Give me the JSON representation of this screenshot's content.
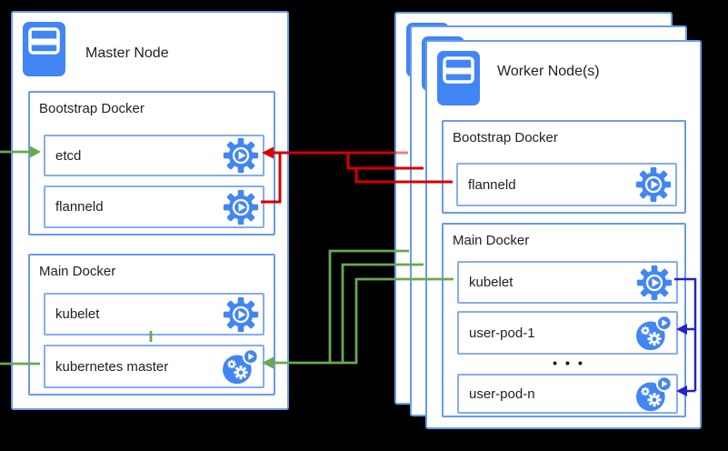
{
  "colors": {
    "background": "#000000",
    "node_border": "#6a9be8",
    "row_border": "#85adf2",
    "icon_blue": "#4285f4",
    "arrow_red": "#d40000",
    "arrow_green": "#6aa84f",
    "arrow_blue": "#2222cc",
    "text": "#212121"
  },
  "master": {
    "title": "Master Node",
    "bootstrap": {
      "label": "Bootstrap Docker",
      "rows": [
        {
          "label": "etcd",
          "icon": "gear-play-icon"
        },
        {
          "label": "flanneld",
          "icon": "gear-play-icon"
        }
      ]
    },
    "main": {
      "label": "Main Docker",
      "rows": [
        {
          "label": "kubelet",
          "icon": "gear-play-icon"
        },
        {
          "label": "kubernetes master",
          "icon": "pod-gears-icon"
        }
      ]
    }
  },
  "worker": {
    "title": "Worker Node(s)",
    "stack_count": 3,
    "bootstrap": {
      "label": "Bootstrap Docker",
      "rows": [
        {
          "label": "flanneld",
          "icon": "gear-play-icon"
        }
      ]
    },
    "main": {
      "label": "Main Docker",
      "ellipsis": "•••",
      "rows": [
        {
          "label": "kubelet",
          "icon": "gear-play-icon"
        },
        {
          "label": "user-pod-1",
          "icon": "pod-gears-icon"
        },
        {
          "label": "user-pod-n",
          "icon": "pod-gears-icon"
        }
      ]
    }
  }
}
